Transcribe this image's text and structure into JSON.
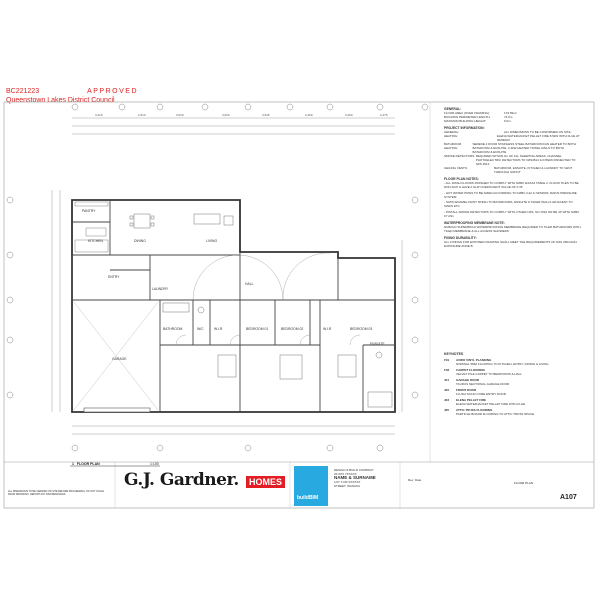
{
  "stamp": {
    "ref": "BC221223",
    "status": "APPROVED",
    "council": "Queenstown Lakes District Council"
  },
  "colors": {
    "stamp": "#dd2222",
    "brand_red": "#e21d24",
    "bim_blue": "#28a9e0",
    "line": "#444444"
  },
  "plan": {
    "rooms": {
      "pantry": "PANTRY",
      "kitchen": "KITCHEN",
      "dining": "DINING",
      "living": "LIVING",
      "entry": "ENTRY",
      "laundry": "LAUNDRY",
      "hall": "HALL",
      "garage": "GARAGE",
      "bathroom": "BATHROOM",
      "wc": "W/C",
      "wir1": "W.I.R",
      "bedroom1": "BEDROOM 01",
      "bedroom2": "BEDROOM 02",
      "wir2": "W.I.R",
      "bedroom3": "BEDROOM 03",
      "ensuite": "ENSUITE"
    },
    "dims_top": [
      "3,410",
      "2,510",
      "3,510",
      "3,630",
      "3,945",
      "2,260",
      "3,290",
      "2,475"
    ],
    "title": "FLOOR PLAN",
    "scale": "1:100",
    "number": "1"
  },
  "notes": {
    "general_h": "GENERAL:",
    "general": [
      {
        "k": "FLOOR AREA (OVER FRAMING):",
        "v": "179.59m²"
      },
      {
        "k": "BUILDING PERIMETER LENGTH:",
        "v": "72.0m"
      },
      {
        "k": "MAXIMUM BUILDING HEIGHT:",
        "v": "6.0m"
      }
    ],
    "project_h": "PROJECT INFORMATION:",
    "project": [
      {
        "k": "GENERAL:",
        "v": "ALL DIMENSIONS TO BE CONFIRMED ON SITE"
      },
      {
        "k": "HEATING:",
        "v": "ELENA WATERJACKET PELLET FIRE 8.5kW WITH FLUE AT 3000MAX"
      },
      {
        "k": "BATHROOM HEATING:",
        "v": "SERENE 2 DOOR STAINLESS STEEL BATHROOM FAN HEATER TO BOTH BATHROOM & ENSUITE, 2.4kW HEATED TOWEL RAILS TO BOTH BATHROOM & ENSUITE"
      },
      {
        "k": "SMOKE DETECTORS:",
        "v": "REQUIRED WITHIN 3m OF ALL SLEEPING AREAS, CHANNEL PHOTOELECTRIC DETECTORS TO NZS4514 & INTERCONNECTED TO NZS 4514"
      },
      {
        "k": "CEILING VENTS:",
        "v": "BATHROOM, ENSUITE, KITCHEN & LAUNDRY TO VENT THROUGH SOFFIT"
      }
    ],
    "floor_h": "FLOOR PLAN NOTES:",
    "floor": [
      "- ALL WASH FLOORS FINISHED TO COMPLY WITH NZBC E3/AS1 TABLE 2. FLOOR TILES TO BE NON-SLIP & HAVE A SLIP COEFFICIENT VALUE OF 0.35",
      "- HOT WATER PIPES TO BE SIZED ACCORDING TO NZBC G12 & NZS4603; MAINS PRESSURE SYSTEM",
      "- SATIN ENAMEL PAINT FINISH TO BATHROOMS, ENSUITE & TAKER WALLS ADJACENT TO SINKS ETC",
      "- INSTALL SMOKE DETECTORS TO COMPLY WITH OTHER NZS, NO 1524 OR BE 4X WITH NZBC F7 AS1"
    ],
    "water_h": "WATERPROOFING MEMBRANE NOTE:",
    "water": "NUBOLD SUPERBOLD WATERPROOFING MEMBRANE REQUIRED TO TILED BATHROOMS WITH TILED MEMBRANE & ALL ACCESS SHOWERS",
    "fixing_h": "FIXING DURABILITY:",
    "fixing": "ALL FIXINGS FOR EXPOSED FRAMING SHALL MEET THE REQUIREMENTS OF NZS 3604:2011 EXPOSURE ZONE B"
  },
  "keynotes": {
    "title": "KEYNOTES",
    "items": [
      {
        "code": "F01",
        "title": "AVIRO VINYL PLANKING",
        "desc": "NOMINAL 5MM FLOATING TO KITCHEN, ENTRY, DINING & LIVING"
      },
      {
        "code": "F02",
        "title": "CARPET FLOORING",
        "desc": "VELVET PILE CARPET TO BEDROOMS & HALL"
      },
      {
        "code": "J01",
        "title": "GARAGE DOOR",
        "desc": "TAURUS SECTIONAL GARAGE DOOR"
      },
      {
        "code": "J02",
        "title": "FRONT DOOR",
        "desc": "FLUSH SOLID CORE ENTRY DOOR"
      },
      {
        "code": "J03",
        "title": "ELENA PELLET FIRE",
        "desc": "ELENA WATERJACKET PELLET FIRE WITH FLUE"
      },
      {
        "code": "J05",
        "title": "ATTIC TRUSS FLOORING",
        "desc": "PARTICLE BOARD FLOORING TO ATTIC TRUSS SPACE"
      }
    ]
  },
  "titleblock": {
    "notes": "ALL DIMENSIONS TO BE VERIFIED ON SITE BEFORE PROCEEDING. DO NOT SCALE FROM DRAWINGS. REPORT ANY DISCREPANCIES.",
    "brand": "G.J. Gardner.",
    "homes": "HOMES",
    "bim": "buildBIM",
    "project_small": "DESIGN & BUILD COMPANY",
    "phone": "0X 0XX 7XXXXX",
    "client": "NAME & SURNAME",
    "lot": "LOT X DP XXXXXX",
    "address": "STREET, WANAKA",
    "rev_label": "Rev",
    "date_label": "Date",
    "drawing": "FLOOR PLAN",
    "sheet": "A107"
  }
}
